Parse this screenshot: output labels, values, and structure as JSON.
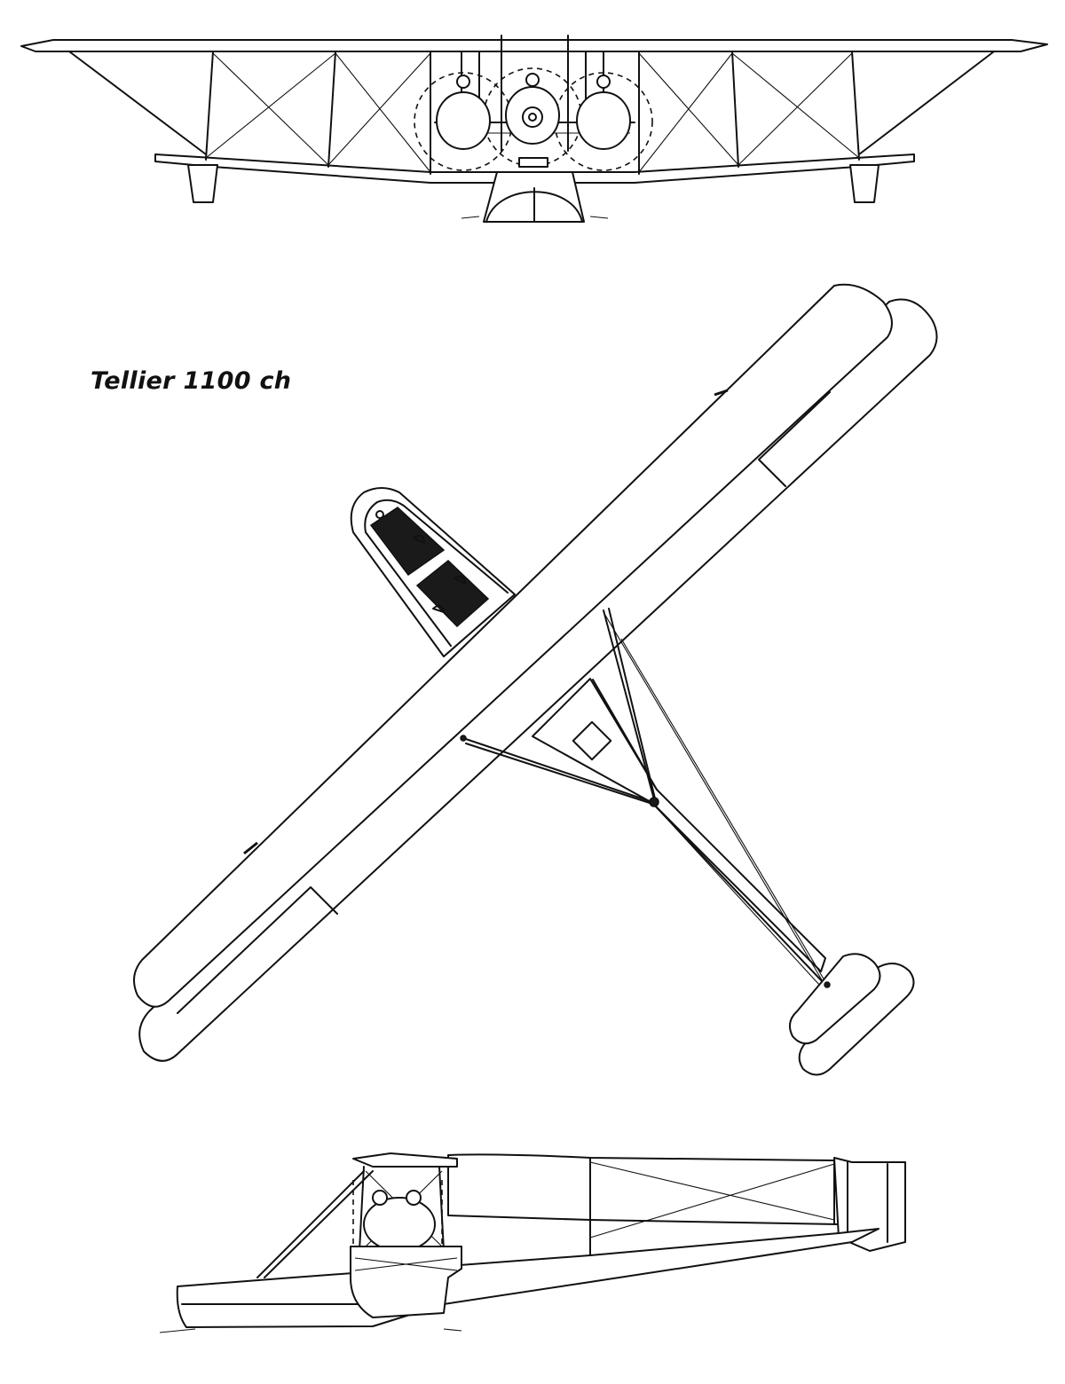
{
  "title": "Tellier 1100 ch",
  "views": [
    {
      "id": "front",
      "icon": "front-view-drawing"
    },
    {
      "id": "plan",
      "icon": "plan-view-drawing"
    },
    {
      "id": "side",
      "icon": "side-view-drawing"
    }
  ],
  "colors": {
    "ink": "#111111",
    "paper": "#ffffff"
  }
}
